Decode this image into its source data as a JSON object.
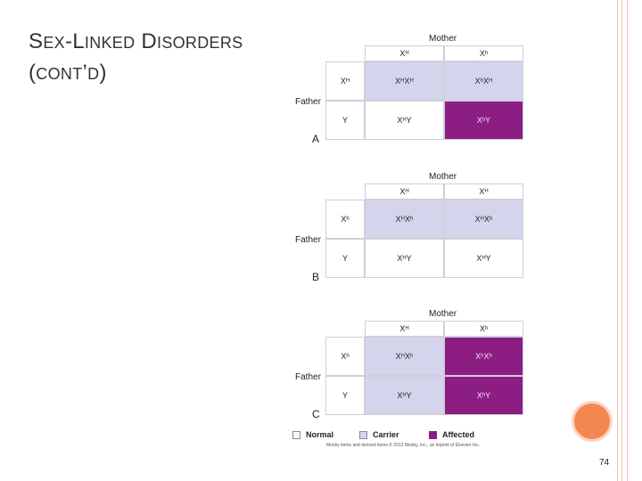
{
  "slide": {
    "title_line1_big1": "S",
    "title_line1_sm1": "EX",
    "title_line1_big2": "-L",
    "title_line1_sm2": "INKED",
    "title_line1_big3": " D",
    "title_line1_sm3": "ISORDERS",
    "title_line2_big1": "(",
    "title_line2_sm1": "CONT",
    "title_line2_big2": "’",
    "title_line2_sm2": "D",
    "title_line2_big3": ")",
    "page_number": "74"
  },
  "panels": [
    {
      "label": "A",
      "mother_label": "Mother",
      "father_label": "Father",
      "mother_alleles": [
        "XH",
        "Xh"
      ],
      "father_alleles": [
        "XH",
        "Y"
      ],
      "cells": [
        [
          "XHXH",
          "XhXH"
        ],
        [
          "XHY",
          "XhY"
        ]
      ],
      "fills": [
        [
          "lav",
          "lav"
        ],
        [
          "white",
          "purp"
        ]
      ]
    },
    {
      "label": "B",
      "mother_label": "Mother",
      "father_label": "Father",
      "mother_alleles": [
        "XH",
        "XH"
      ],
      "father_alleles": [
        "Xh",
        "Y"
      ],
      "cells": [
        [
          "XHXh",
          "XHXh"
        ],
        [
          "XHY",
          "XHY"
        ]
      ],
      "fills": [
        [
          "lav",
          "lav"
        ],
        [
          "white",
          "white"
        ]
      ]
    },
    {
      "label": "C",
      "mother_label": "Mother",
      "father_label": "Father",
      "mother_alleles": [
        "XH",
        "Xh"
      ],
      "father_alleles": [
        "Xh",
        "Y"
      ],
      "cells": [
        [
          "XHXh",
          "XhXh"
        ],
        [
          "XHY",
          "XhY"
        ]
      ],
      "fills": [
        [
          "lav",
          "purp"
        ],
        [
          "lav",
          "purp"
        ]
      ]
    }
  ],
  "legend": {
    "normal": "Normal",
    "carrier": "Carrier",
    "affected": "Affected",
    "colors": {
      "normal": "#ffffff",
      "carrier": "#d4d5ec",
      "affected": "#8b1d83"
    }
  },
  "credit": "Mosby items and derived items © 2012 Mosby, Inc., an imprint of Elsevier Inc."
}
